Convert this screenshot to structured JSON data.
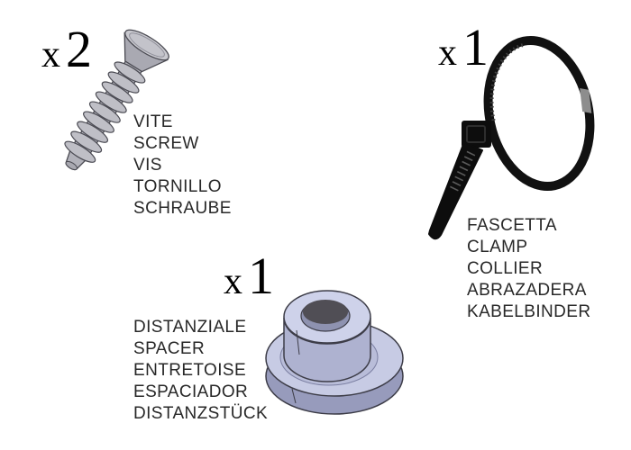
{
  "page": {
    "background": "#ffffff",
    "kind": "hardware-parts-legend"
  },
  "colors": {
    "label_text": "#282828",
    "quantity_text": "#000000",
    "screw_body": "#b6b6be",
    "screw_outline": "#4a4a52",
    "clamp_body": "#0d0d0d",
    "spacer_light": "#ced2ea",
    "spacer_mid": "#aeb2d0",
    "spacer_dark": "#979bbc",
    "spacer_outline": "#3d3d48"
  },
  "parts": {
    "screw": {
      "quantity_prefix": "x",
      "quantity": "2",
      "icon": "countersunk-screw-3d",
      "names": [
        "VITE",
        "SCREW",
        "VIS",
        "TORNILLO",
        "SCHRAUBE"
      ]
    },
    "clamp": {
      "quantity_prefix": "x",
      "quantity": "1",
      "icon": "cable-tie-looped",
      "names": [
        "FASCETTA",
        "CLAMP",
        "COLLIER",
        "ABRAZADERA",
        "KABELBINDER"
      ]
    },
    "spacer": {
      "quantity_prefix": "x",
      "quantity": "1",
      "icon": "flanged-spacer-3d",
      "names": [
        "DISTANZIALE",
        "SPACER",
        "ENTRETOISE",
        "ESPACIADOR",
        "DISTANZSTÜCK"
      ]
    }
  }
}
